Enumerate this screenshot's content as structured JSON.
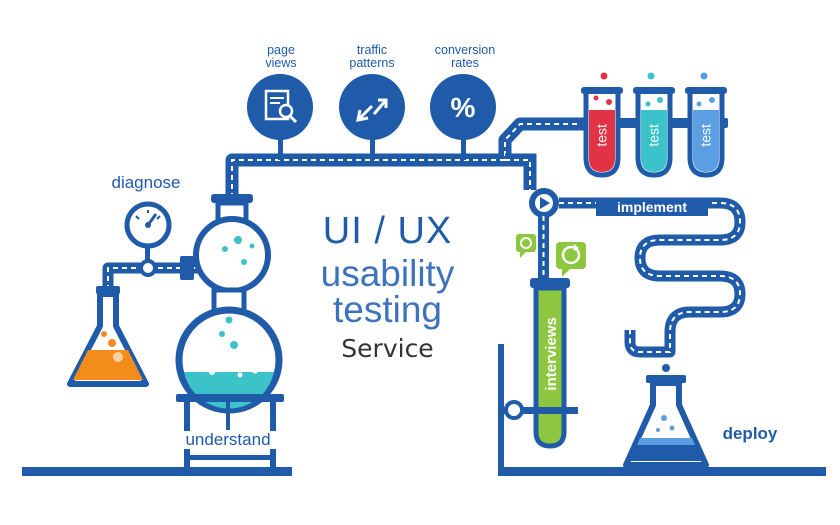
{
  "title": {
    "line1": "UI / UX",
    "line2": "usability",
    "line3": "testing",
    "line4": "Service"
  },
  "metrics": {
    "page_views": "page\nviews",
    "traffic_patterns": "traffic\npatterns",
    "conversion_rates": "conversion\nrates"
  },
  "stages": {
    "diagnose": "diagnose",
    "understand": "understand",
    "implement": "implement",
    "interviews": "interviews",
    "deploy": "deploy"
  },
  "tubes": [
    {
      "label": "test",
      "color": "#e23345"
    },
    {
      "label": "test",
      "color": "#3cc2c9"
    },
    {
      "label": "test",
      "color": "#5b9ee1"
    }
  ],
  "colors": {
    "primary": "#1f5ba8",
    "orange": "#f48c1c",
    "teal": "#3cc2c9",
    "green": "#8dc63f",
    "red": "#e23345",
    "blue": "#5b9ee1"
  },
  "icons": [
    "magnifier-document-icon",
    "traffic-arrows-icon",
    "percent-icon",
    "chat-refresh-icon",
    "gauge-icon"
  ]
}
